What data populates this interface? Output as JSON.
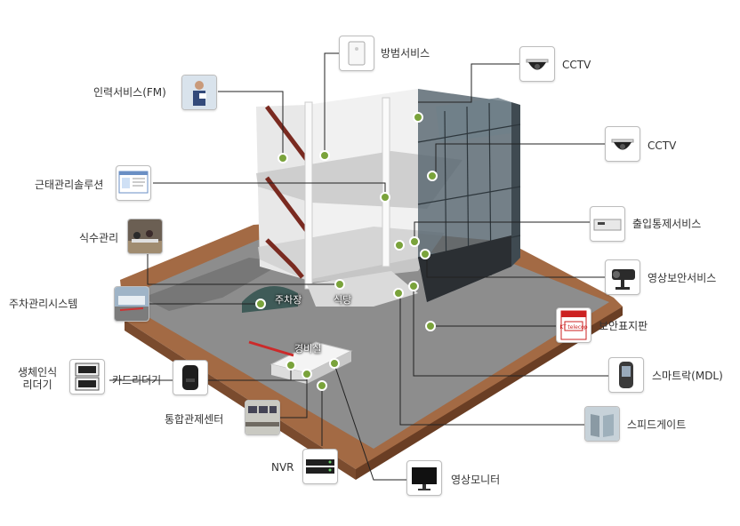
{
  "colors": {
    "road": "#8a8a8a",
    "ground": "#a0603a",
    "glass": "#55636c",
    "dot": "#7aa33b",
    "line": "#222222"
  },
  "labels": {
    "guard_service": "방범서비스",
    "cctv_top": "CCTV",
    "manpower": "인력서비스(FM)",
    "cctv_right": "CCTV",
    "attendance": "근태관리솔루션",
    "cafeteria_mgmt": "식수관리",
    "access_control": "출입통제서비스",
    "video_security": "영상보안서비스",
    "parking_system": "주차관리시스템",
    "security_sign": "보안표지판",
    "biometric_reader": "생체인식\n리더기",
    "card_reader": "카드리더기",
    "smart_lock": "스마트락(MDL)",
    "control_center": "통합관제센터",
    "speed_gate": "스피드게이트",
    "nvr": "NVR",
    "video_monitor": "영상모니터",
    "parking_lot": "주차장",
    "cafeteria": "식당",
    "guard_room": "경비실"
  },
  "icons": {
    "guard_service": "alarm-panel-icon",
    "cctv": "dome-camera-icon",
    "manpower": "worker-photo-icon",
    "attendance": "software-screen-icon",
    "cafeteria_mgmt": "cafeteria-photo-icon",
    "access_control": "access-device-icon",
    "video_security": "bullet-camera-icon",
    "parking_system": "parking-gate-photo-icon",
    "security_sign": "security-sign-icon",
    "biometric_reader": "fingerprint-reader-icon",
    "card_reader": "card-reader-icon",
    "smart_lock": "smart-lock-icon",
    "control_center": "control-room-photo-icon",
    "speed_gate": "speed-gate-icon",
    "nvr": "nvr-device-icon",
    "video_monitor": "monitor-icon"
  },
  "security_sign_text": "KT telecop"
}
